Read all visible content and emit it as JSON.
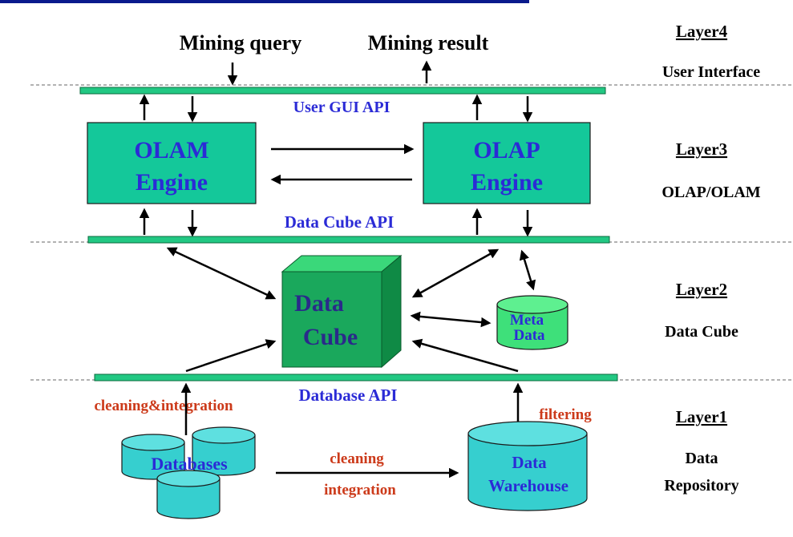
{
  "top_labels": {
    "query": "Mining query",
    "result": "Mining result"
  },
  "layers": [
    {
      "title": "Layer4",
      "subtitle": "User Interface"
    },
    {
      "title": "Layer3",
      "subtitle": "OLAP/OLAM"
    },
    {
      "title": "Layer2",
      "subtitle": "Data Cube"
    },
    {
      "title": "Layer1",
      "subtitle_line1": "Data",
      "subtitle_line2": "Repository"
    }
  ],
  "apis": {
    "gui": "User GUI API",
    "cube": "Data Cube API",
    "db": "Database API"
  },
  "engines": {
    "olam": {
      "line1": "OLAM",
      "line2": "Engine"
    },
    "olap": {
      "line1": "OLAP",
      "line2": "Engine"
    }
  },
  "cube": {
    "line1": "Data",
    "line2": "Cube"
  },
  "meta": {
    "line1": "Meta",
    "line2": "Data"
  },
  "repository": {
    "databases": "Databases",
    "warehouse_line1": "Data",
    "warehouse_line2": "Warehouse"
  },
  "edge_labels": {
    "cleaning_integration": "cleaning&integration",
    "filtering": "filtering",
    "cleaning": "cleaning",
    "integration": "integration"
  },
  "colors": {
    "api_bar": "#22c883",
    "engine": "#14c89a",
    "cube": "#1aa85c",
    "cylinder": "#36cfcf",
    "meta": "#3ee07a",
    "title_bar": "#0a1a8c"
  }
}
